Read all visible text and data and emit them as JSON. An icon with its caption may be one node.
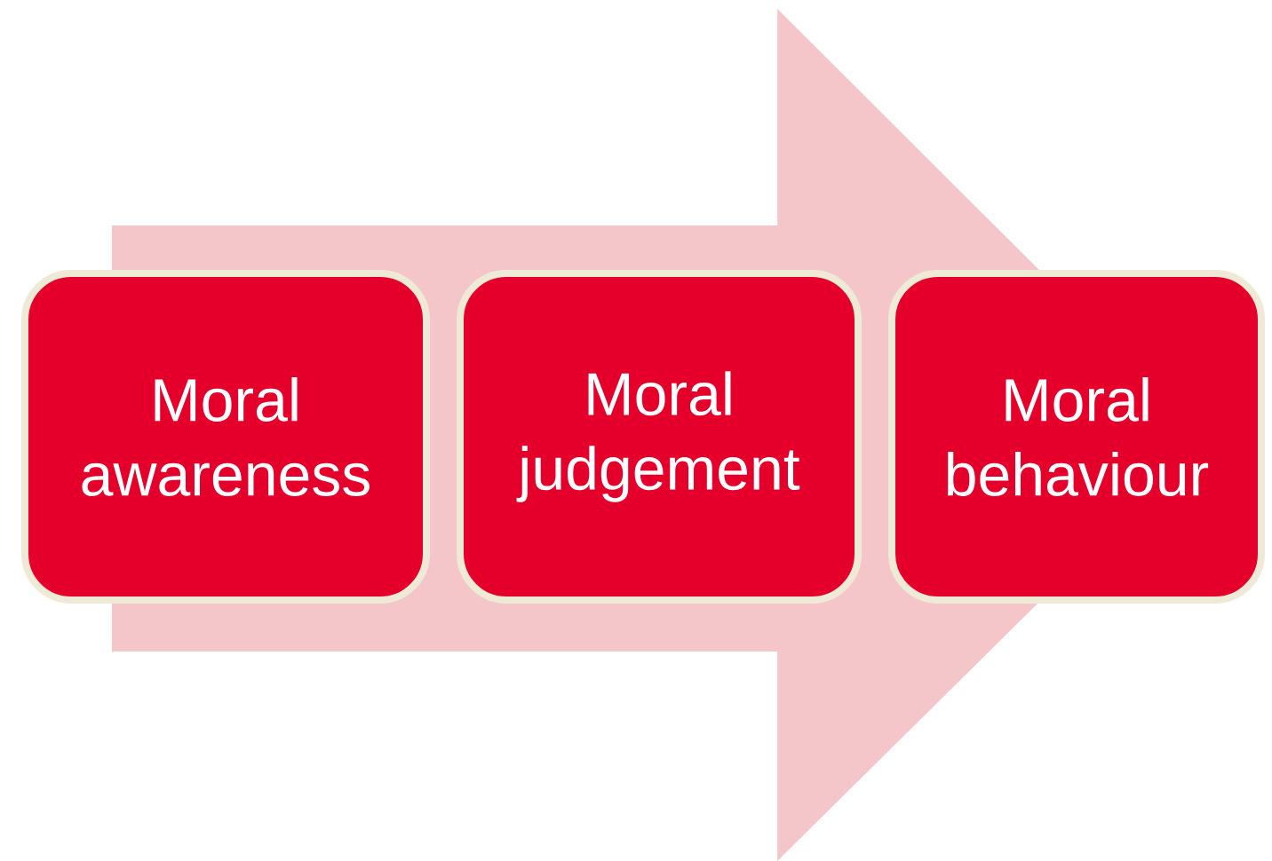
{
  "diagram": {
    "nodes": [
      {
        "text": [
          "Moral awareness"
        ]
      },
      {
        "text": [
          "Moral judgement"
        ]
      },
      {
        "text": [
          "Moral behaviour"
        ]
      }
    ],
    "edges": [
      {
        "from": 0,
        "to": 2,
        "arrow": "to"
      }
    ]
  }
}
